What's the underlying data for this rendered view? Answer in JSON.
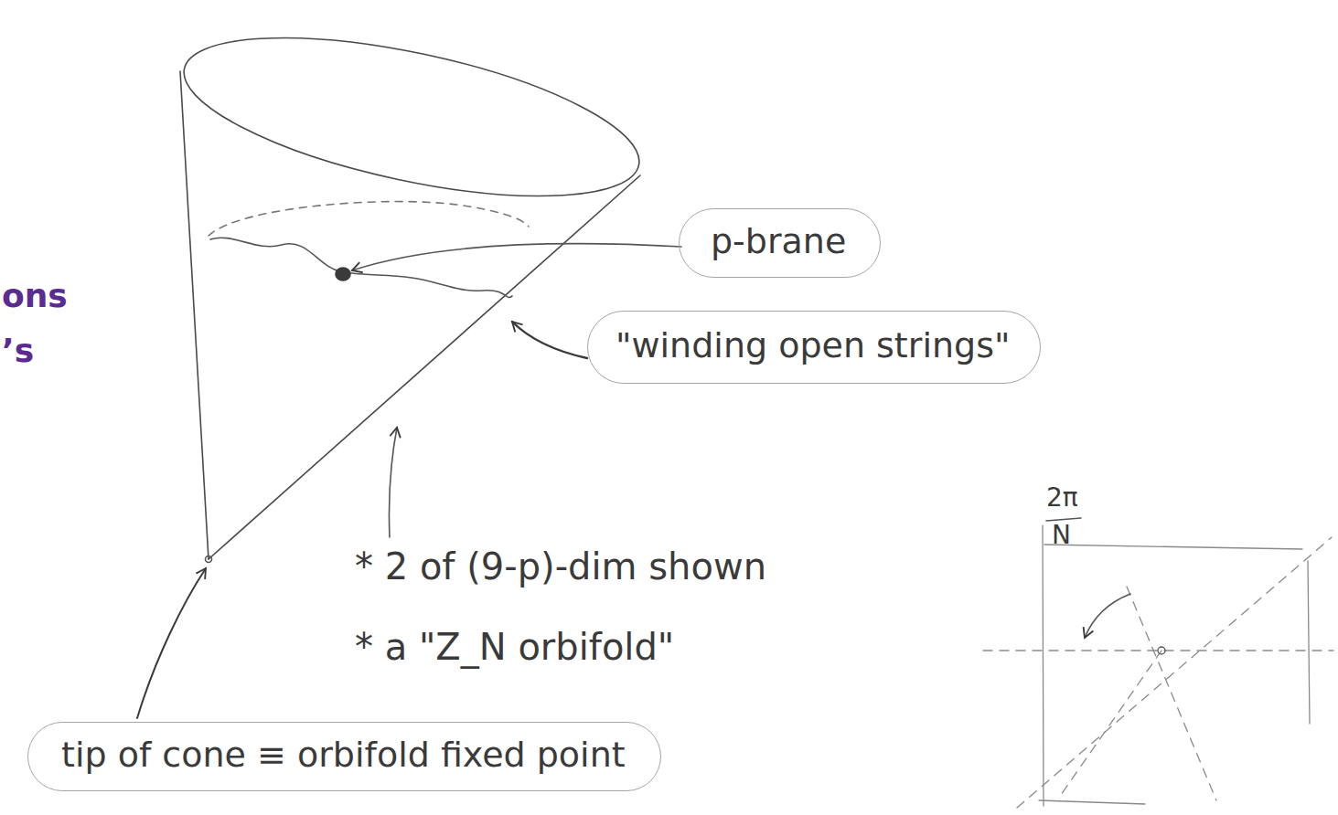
{
  "diagram": {
    "nodes": [
      {
        "text": [
          "p-brane"
        ]
      },
      {
        "text": [
          "\"winding open strings\""
        ]
      },
      {
        "text": [
          "tip of cone ≡ orbifold fixed point"
        ]
      }
    ],
    "labels": [
      "ons",
      "’s",
      "* 2 of (9-p)-dim shown",
      "* a \"Z_N orbifold\"",
      "2π",
      "N"
    ]
  }
}
